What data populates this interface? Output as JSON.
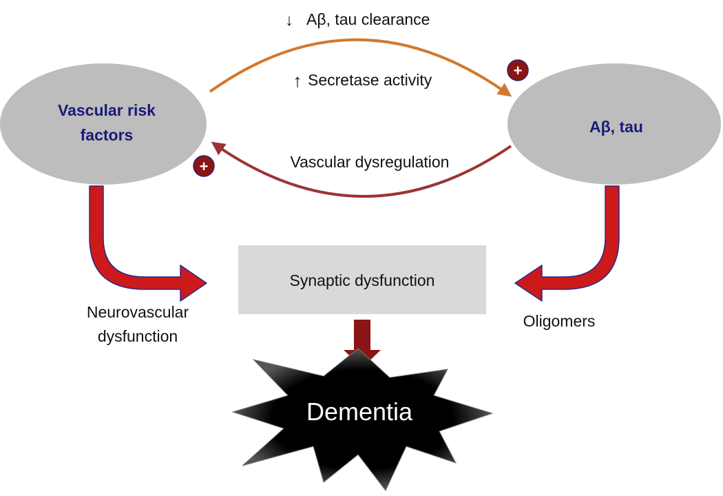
{
  "nodes": {
    "vascular_risk": {
      "line1": "Vascular risk",
      "line2": "factors"
    },
    "abeta_tau": {
      "label": "Aβ, tau"
    },
    "synaptic": {
      "label": "Synaptic dysfunction"
    },
    "dementia": {
      "label": "Dementia"
    }
  },
  "edge_labels": {
    "clearance": "Aβ, tau clearance",
    "clearance_arrow": "↓",
    "secretase": "Secretase activity",
    "secretase_arrow": "↑",
    "vascular_dysregulation": "Vascular dysregulation",
    "neurovascular_line1": "Neurovascular",
    "neurovascular_line2": "dysfunction",
    "oligomers": "Oligomers"
  },
  "badges": {
    "plus_top": "+",
    "plus_left": "+"
  },
  "colors": {
    "node_fill": "#bdbdbd",
    "node_text": "#1a1a7a",
    "top_arc": "#d2782d",
    "bottom_arc": "#9b3434",
    "big_arrow": "#cc1a1a",
    "big_arrow_outline": "#2a2a8a",
    "down_arrow": "#8b1414",
    "badge": "#8b1414",
    "synaptic_box": "#d9d9d9",
    "star": "#000000"
  }
}
